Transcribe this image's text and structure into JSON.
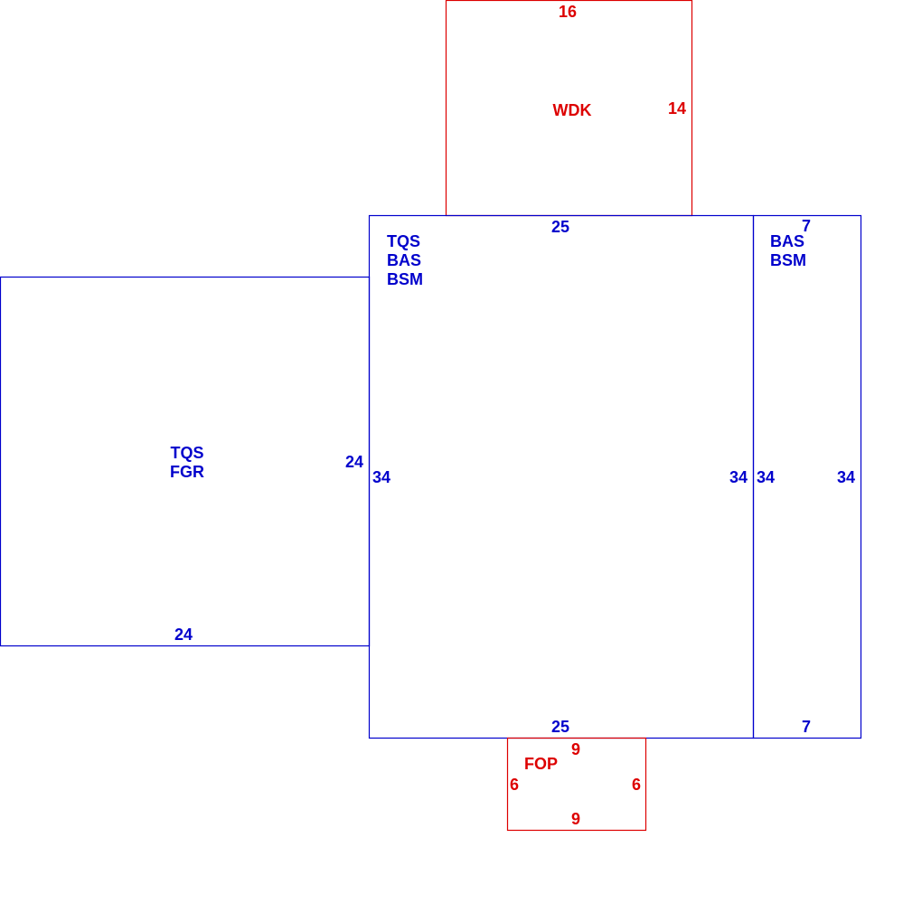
{
  "colors": {
    "living": "#0000cc",
    "exterior": "#dd0000"
  },
  "sections": {
    "wdk": {
      "code_lines": [
        "WDK"
      ],
      "top_dim": "16",
      "right_dim": "14"
    },
    "garage": {
      "code_lines": [
        "TQS",
        "FGR"
      ],
      "right_dim": "24",
      "bottom_dim": "24"
    },
    "main": {
      "code_lines": [
        "TQS",
        "BAS",
        "BSM"
      ],
      "top_dim": "25",
      "left_dim": "34",
      "right_dim": "34",
      "bottom_dim": "25"
    },
    "side": {
      "code_lines": [
        "BAS",
        "BSM"
      ],
      "top_dim": "7",
      "left_dim": "34",
      "right_dim": "34",
      "bottom_dim": "7"
    },
    "fop": {
      "code_lines": [
        "FOP"
      ],
      "top_dim": "9",
      "left_dim": "6",
      "right_dim": "6",
      "bottom_dim": "9"
    }
  }
}
